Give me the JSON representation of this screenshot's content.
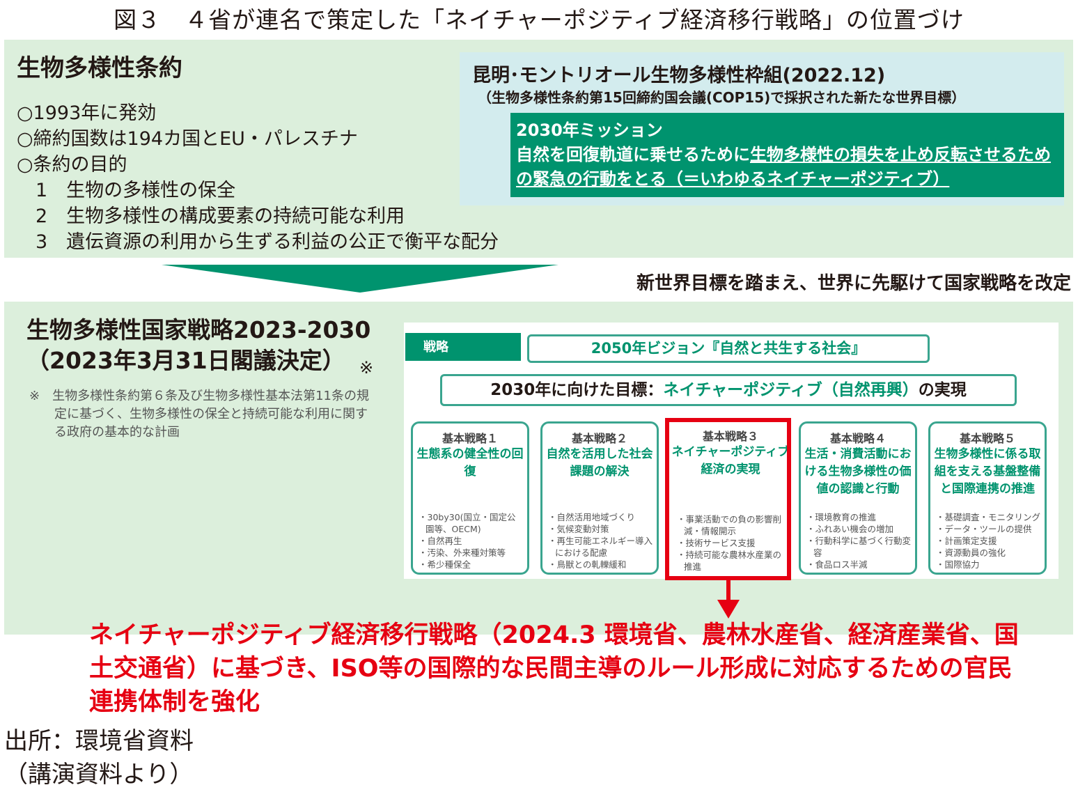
{
  "title": "図３　４省が連名で策定した「ネイチャーポジティブ経済移行戦略」の位置づけ",
  "cbd": {
    "title": "生物多様性条約",
    "lines": [
      "○1993年に発効",
      "○締約国数は194カ国とEU・パレスチナ",
      "○条約の目的",
      "　1　生物の多様性の保全",
      "　2　生物多様性の構成要素の持続可能な利用",
      "　3　遺伝資源の利用から生ずる利益の公正で衡平な配分"
    ]
  },
  "kunming": {
    "title": "昆明･モントリオール生物多様性枠組(2022.12)",
    "subtitle": "（生物多様性条約第15回締約国会議(COP15)で採択された新たな世界目標）",
    "mission_head": "2030年ミッション",
    "mission_plain": "自然を回復軌道に乗せるために",
    "mission_underlined": "生物多様性の損失を止め反転させるための緊急の行動をとる（＝いわゆるネイチャーポジティブ）"
  },
  "revised_note": "新世界目標を踏まえ、世界に先駆けて国家戦略を改定",
  "nbsap": {
    "title1": "生物多様性国家戦略2023-2030",
    "title2": "（2023年3月31日閣議決定）",
    "mark": "※",
    "note_mark": "※",
    "note": "生物多様性条約第６条及び生物多様性基本法第11条の規定に基づく、生物多様性の保全と持続可能な利用に関する政府の基本的な計画"
  },
  "figure": {
    "label": "戦略",
    "vision": "2050年ビジョン『自然と共生する社会』",
    "target_pre": "2030年に向けた目標：",
    "target_green": "ネイチャーポジティブ（自然再興）",
    "target_post": "の実現",
    "strategies": [
      {
        "head": "基本戦略１",
        "name": "生態系の健全性の回復",
        "items": [
          "30by30(国立・国定公園等、OECM)",
          "自然再生",
          "汚染、外来種対策等",
          "希少種保全"
        ]
      },
      {
        "head": "基本戦略２",
        "name": "自然を活用した社会課題の解決",
        "items": [
          "自然活用地域づくり",
          "気候変動対策",
          "再生可能エネルギー導入における配慮",
          "鳥獣との軋轢緩和"
        ]
      },
      {
        "head": "基本戦略３",
        "name": "ネイチャーポジティブ経済の実現",
        "items": [
          "事業活動での負の影響削減・情報開示",
          "技術サービス支援",
          "持続可能な農林水産業の推進"
        ]
      },
      {
        "head": "基本戦略４",
        "name": "生活・消費活動における生物多様性の価値の認識と行動",
        "items": [
          "環境教育の推進",
          "ふれあい機会の増加",
          "行動科学に基づく行動変容",
          "食品ロス半減"
        ]
      },
      {
        "head": "基本戦略５",
        "name": "生物多様性に係る取組を支える基盤整備と国際連携の推進",
        "items": [
          "基礎調査・モニタリング",
          "データ・ツールの提供",
          "計画策定支援",
          "資源動員の強化",
          "国際協力"
        ]
      }
    ]
  },
  "conclusion": "ネイチャーポジティブ経済移行戦略（2024.3 環境省、農林水産省、経済産業省、国土交通省）に基づき、ISO等の国際的な民間主導のルール形成に対応するための官民連携体制を強化",
  "source": "出所：環境省資料",
  "source2": "（講演資料より）",
  "colors": {
    "green": "#00936e",
    "red": "#e60012",
    "panel": "#dcefdc",
    "blue": "#d3ecee"
  }
}
